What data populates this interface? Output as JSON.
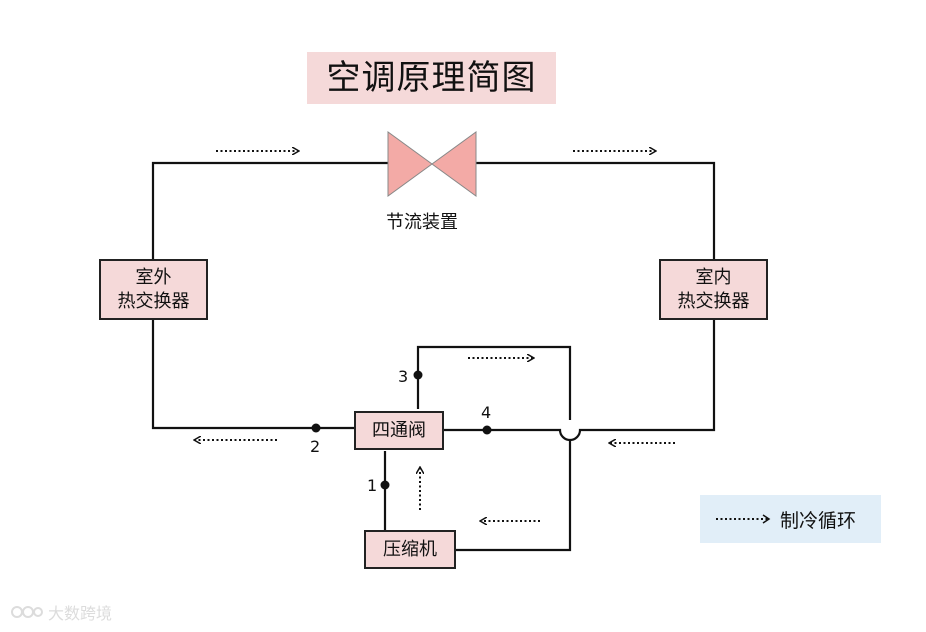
{
  "title": "空调原理简图",
  "throttle_label": "节流装置",
  "outdoor_hx": {
    "line1": "室外",
    "line2": "热交换器"
  },
  "indoor_hx": {
    "line1": "室内",
    "line2": "热交换器"
  },
  "four_way_valve": "四通阀",
  "compressor": "压缩机",
  "nodes": [
    "1",
    "2",
    "3",
    "4"
  ],
  "legend": {
    "label": "制冷循环"
  },
  "watermark": "大数跨境",
  "colors": {
    "box_fill": "#f5d9d9",
    "throttle_fill": "#f3aaa6",
    "legend_bg": "#e1eef8"
  }
}
